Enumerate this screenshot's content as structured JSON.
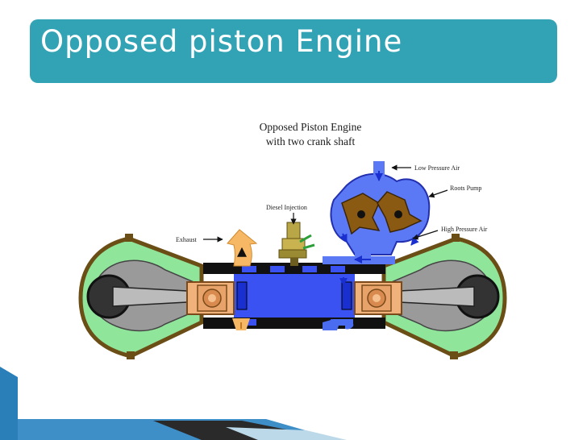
{
  "slide": {
    "title": "Opposed piston Engine"
  },
  "diagram": {
    "heading_line1": "Opposed Piston Engine",
    "heading_line2": "with two crank shaft",
    "labels": {
      "low_pressure_air": "Low Pressure Air",
      "roots_pump": "Roots Pump",
      "high_pressure_air": "High Pressure Air",
      "diesel_injection": "Diesel Injection",
      "exhaust": "Exhaust"
    }
  },
  "colors": {
    "title_bar": "#31a3b5",
    "crankcase": "#8fe69a",
    "cylinder": "#3b52f2",
    "air_flow": "#4a6cf0",
    "exhaust_flow": "#f7b865",
    "roots_rotor": "#8b5a12",
    "piston": "#e8a36b"
  }
}
